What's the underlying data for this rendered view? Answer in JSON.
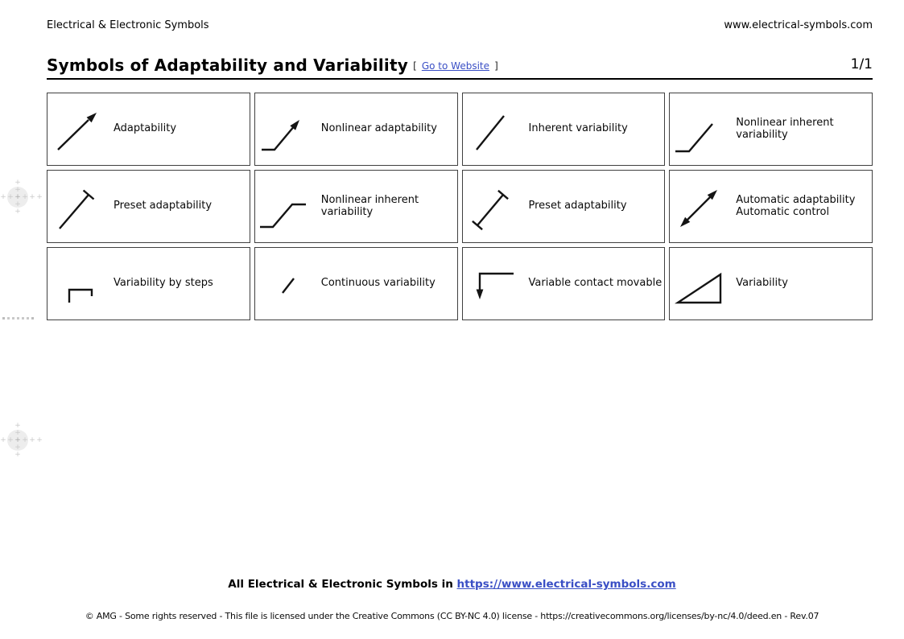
{
  "header": {
    "brand": "Electrical & Electronic Symbols",
    "website": "www.electrical-symbols.com"
  },
  "title_bar": {
    "title": "Symbols of Adaptability and Variability",
    "bracket_open": "[",
    "link_label": "Go to Website",
    "bracket_close": "]",
    "page_indicator": "1/1"
  },
  "grid": {
    "cells": [
      {
        "label": "Adaptability",
        "symbol": "arrow-up-right"
      },
      {
        "label": "Nonlinear adaptability",
        "symbol": "nonlinear-arrow-up-right"
      },
      {
        "label": "Inherent variability",
        "symbol": "diagonal-line"
      },
      {
        "label": "Nonlinear inherent variability",
        "symbol": "nonlinear-diagonal-line"
      },
      {
        "label": "Preset adaptability",
        "symbol": "diagonal-line-tbar-top"
      },
      {
        "label": "Nonlinear inherent variability",
        "symbol": "ramp-line"
      },
      {
        "label": "Preset adaptability",
        "symbol": "diagonal-line-tbar-both"
      },
      {
        "label": "Automatic adaptability",
        "label2": "Automatic control",
        "symbol": "double-headed-diagonal-arrow"
      },
      {
        "label": "Variability by steps",
        "symbol": "step-line"
      },
      {
        "label": "Continuous variability",
        "symbol": "short-slash"
      },
      {
        "label": "Variable contact movable",
        "symbol": "arrow-down-from-line"
      },
      {
        "label": "Variability",
        "symbol": "triangle-ramp"
      }
    ]
  },
  "footer": {
    "lead_text": "All Electrical & Electronic Symbols in",
    "link_label": "https://www.electrical-symbols.com",
    "license_text": "© AMG - Some rights reserved - This file is licensed under the Creative Commons (CC BY-NC 4.0) license - https://creativecommons.org/licenses/by-nc/4.0/deed.en - Rev.07"
  },
  "colors": {
    "link_blue": "#3a4fc5",
    "cell_border": "#404040",
    "symbol_stroke": "#141414",
    "title_rule": "#000000",
    "marker_gray": "#c9c9c9"
  }
}
